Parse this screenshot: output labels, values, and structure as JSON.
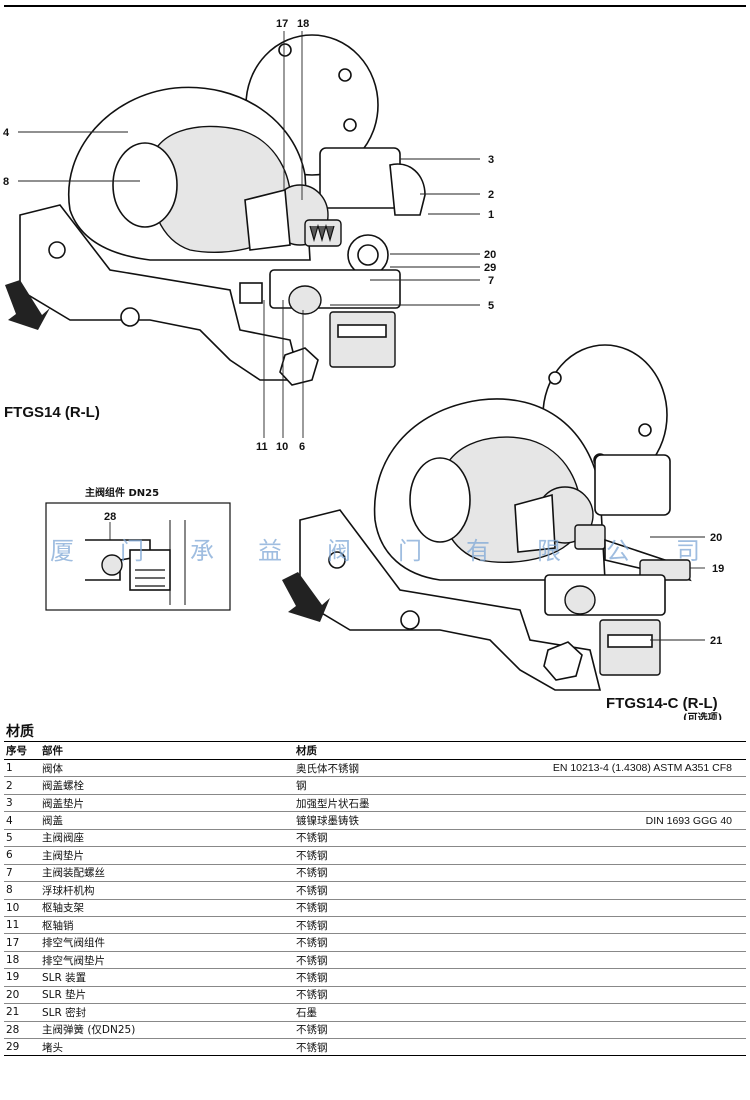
{
  "figure": {
    "main_caption": "FTGS14 (R-L)",
    "option_caption": "FTGS14-C (R-L)",
    "option_note": "(可选项)",
    "inset_title": "主阀组件 DN25",
    "inset_callout": "28",
    "watermark_chars": [
      "厦",
      "门",
      "承",
      "益",
      "阀",
      "门",
      "有",
      "限",
      "公",
      "司"
    ],
    "main_callouts_left": [
      "4",
      "8"
    ],
    "main_callouts_top": [
      "17",
      "18"
    ],
    "main_callouts_right": [
      "3",
      "2",
      "1",
      "20",
      "29",
      "7",
      "5"
    ],
    "main_callouts_bottom": [
      "11",
      "10",
      "6"
    ],
    "option_callouts_right": [
      "20",
      "19",
      "21"
    ]
  },
  "materials": {
    "title": "材质",
    "headers": {
      "no": "序号",
      "part": "部件",
      "material": "材质",
      "standard": ""
    },
    "rows": [
      {
        "no": "1",
        "part": "阀体",
        "material": "奥氏体不锈钢",
        "standard": "EN 10213-4 (1.4308) ASTM A351 CF8"
      },
      {
        "no": "2",
        "part": "阀盖螺栓",
        "material": "钢",
        "standard": ""
      },
      {
        "no": "3",
        "part": "阀盖垫片",
        "material": "加强型片状石墨",
        "standard": ""
      },
      {
        "no": "4",
        "part": "阀盖",
        "material": "镀镍球墨铸铁",
        "standard": "DIN 1693 GGG 40"
      },
      {
        "no": "5",
        "part": "主阀阀座",
        "material": "不锈钢",
        "standard": ""
      },
      {
        "no": "6",
        "part": "主阀垫片",
        "material": "不锈钢",
        "standard": ""
      },
      {
        "no": "7",
        "part": "主阀装配螺丝",
        "material": "不锈钢",
        "standard": ""
      },
      {
        "no": "8",
        "part": "浮球杆机构",
        "material": "不锈钢",
        "standard": ""
      },
      {
        "no": "10",
        "part": "枢轴支架",
        "material": "不锈钢",
        "standard": ""
      },
      {
        "no": "11",
        "part": "枢轴销",
        "material": "不锈钢",
        "standard": ""
      },
      {
        "no": "17",
        "part": "排空气阀组件",
        "material": "不锈钢",
        "standard": ""
      },
      {
        "no": "18",
        "part": "排空气阀垫片",
        "material": "不锈钢",
        "standard": ""
      },
      {
        "no": "19",
        "part": "SLR 装置",
        "material": "不锈钢",
        "standard": ""
      },
      {
        "no": "20",
        "part": "SLR 垫片",
        "material": "不锈钢",
        "standard": ""
      },
      {
        "no": "21",
        "part": "SLR 密封",
        "material": "石墨",
        "standard": ""
      },
      {
        "no": "28",
        "part": "主阀弹簧 (仅DN25)",
        "material": "不锈钢",
        "standard": ""
      },
      {
        "no": "29",
        "part": "堵头",
        "material": "不锈钢",
        "standard": ""
      }
    ]
  }
}
